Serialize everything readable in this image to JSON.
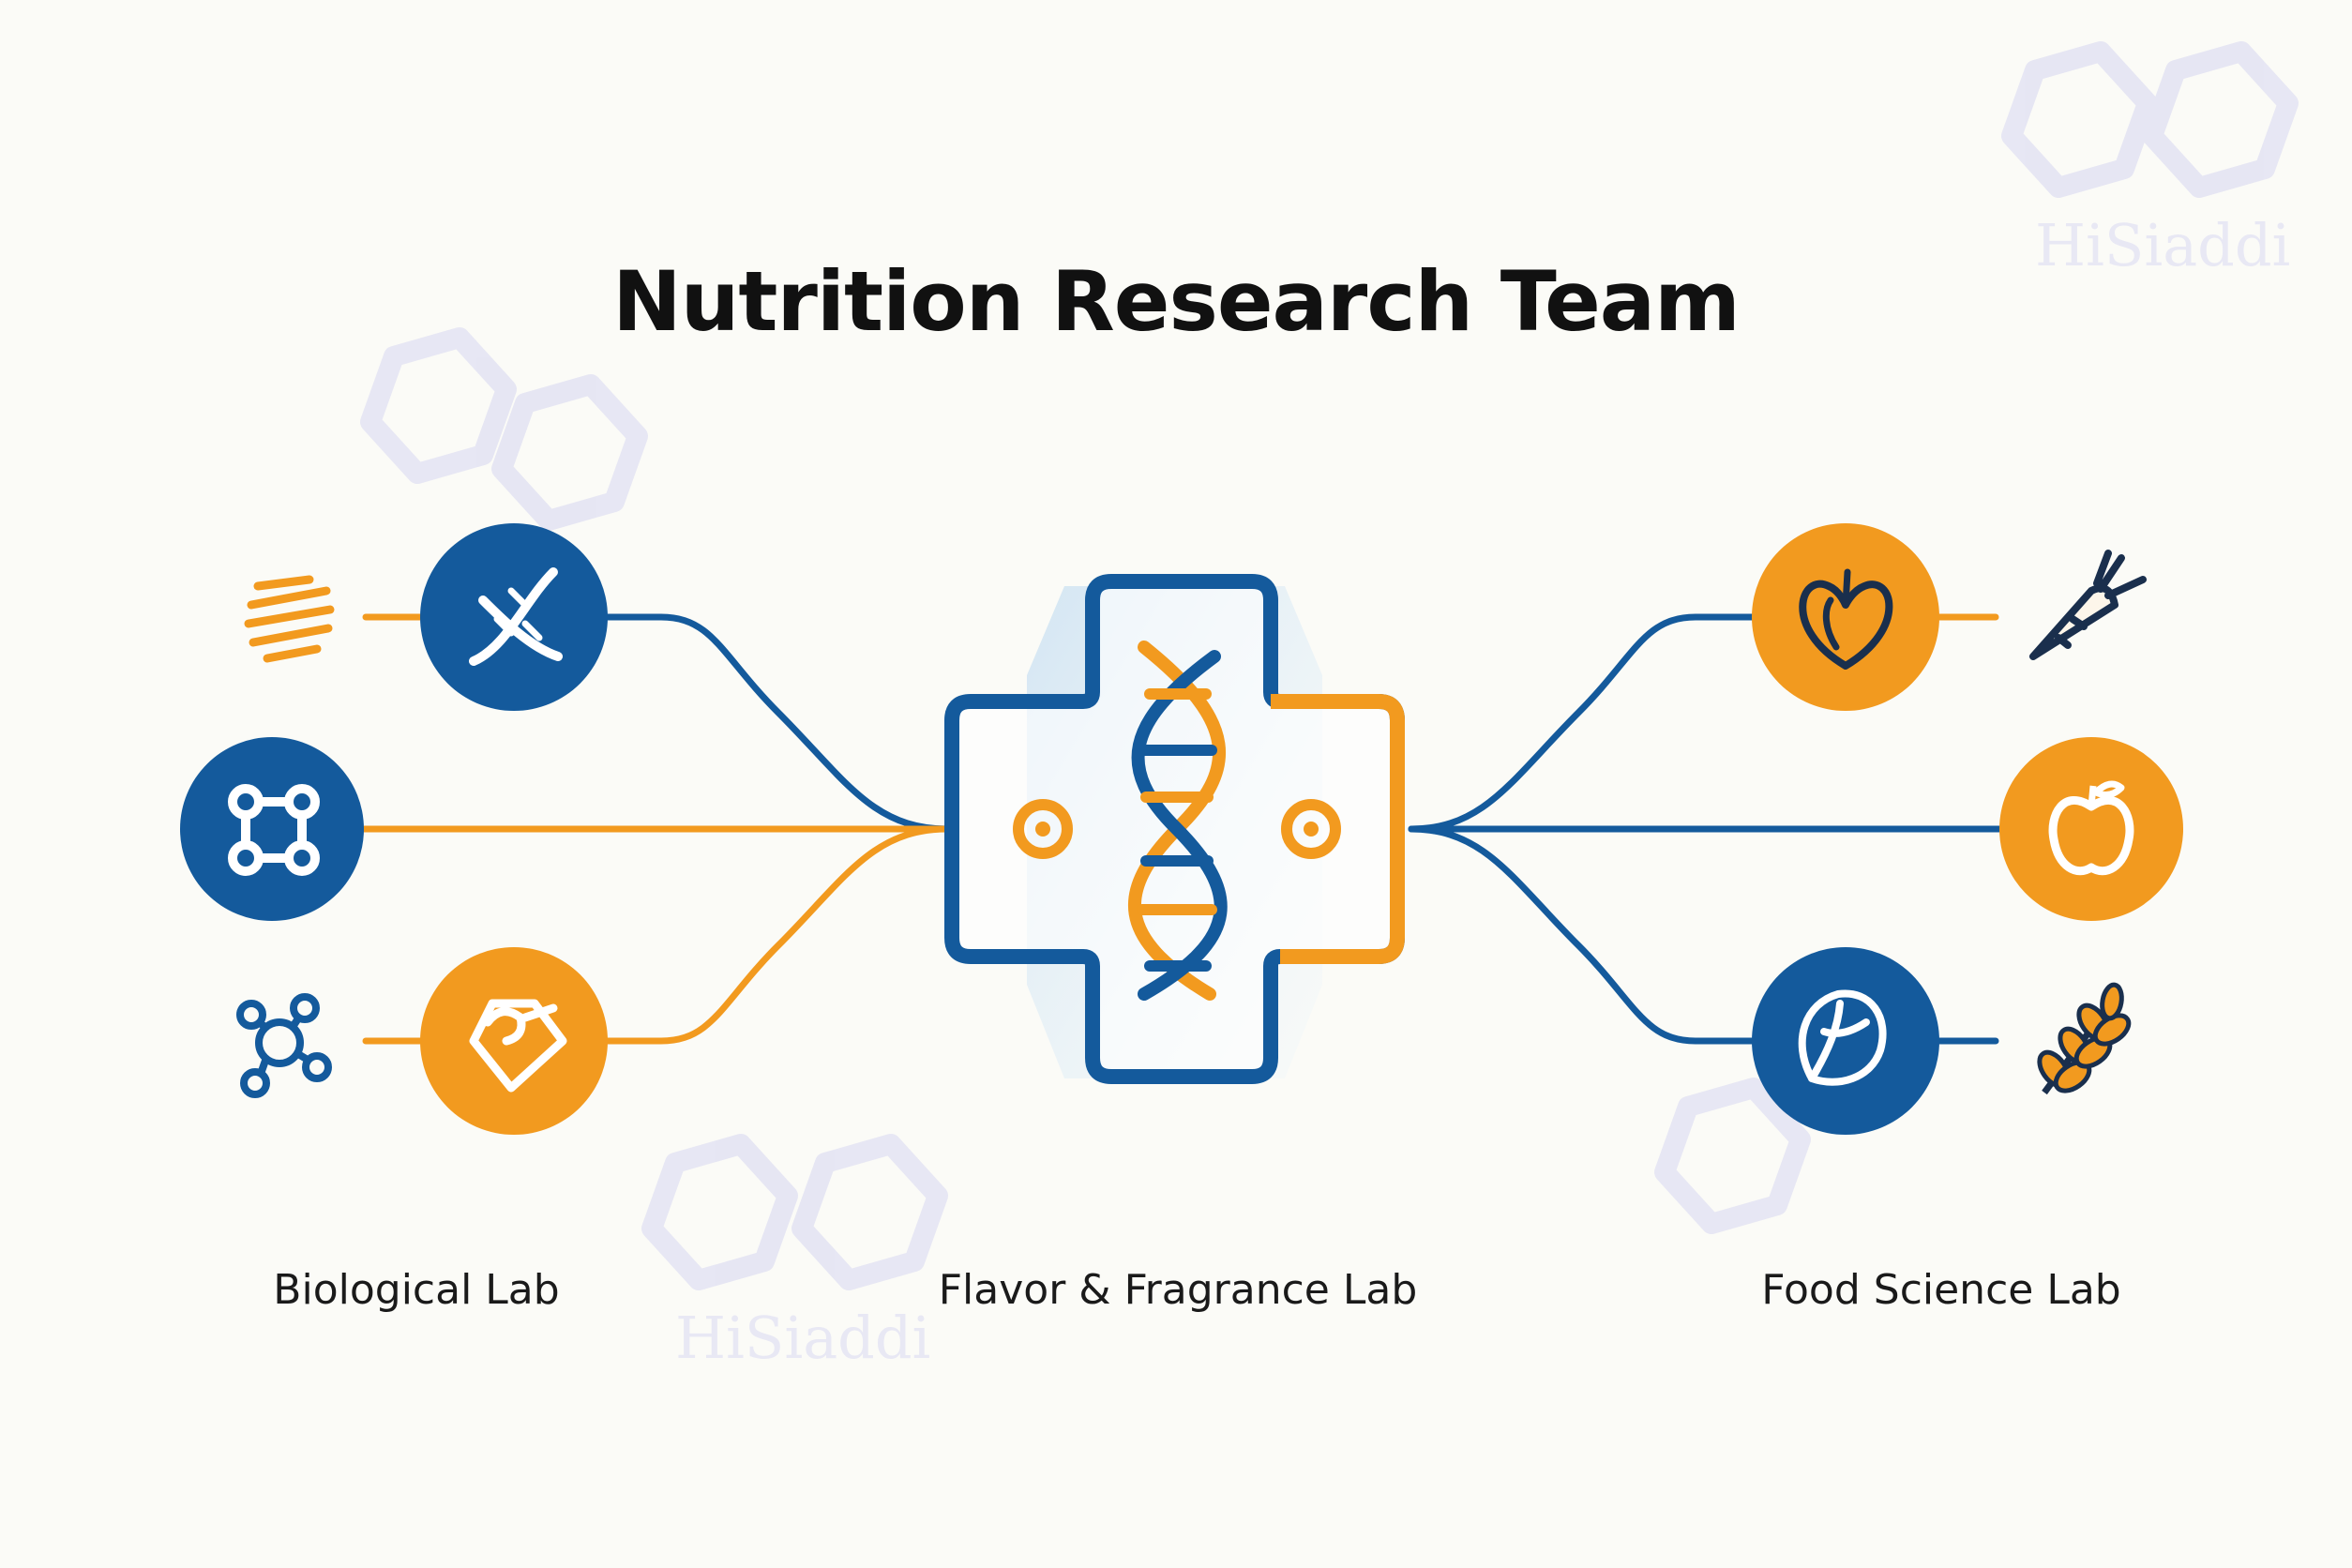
{
  "title": "Nutrition Research Team",
  "labels": {
    "left": "Biological Lab",
    "center": "Flavor & Fragrance Lab",
    "right": "Food Science Lab"
  },
  "watermark": "HiSiaddi",
  "colors": {
    "blue": "#145a9c",
    "orange": "#f29a1f",
    "text": "#111111",
    "watermark": "#e6e6f4"
  },
  "icons": {
    "left_top_node": "dna-icon",
    "left_middle_node": "molecule-network-icon",
    "left_bottom_node": "food-box-icon",
    "left_top_satellite": "striped-sphere-icon",
    "left_bottom_satellite": "molecule-icon",
    "center": "medical-cross-dna-icon",
    "right_top_node": "heart-fruit-icon",
    "right_middle_node": "apple-icon",
    "right_bottom_node": "leafy-vegetable-icon",
    "right_top_satellite": "carrot-icon",
    "right_bottom_satellite": "wheat-icon"
  }
}
